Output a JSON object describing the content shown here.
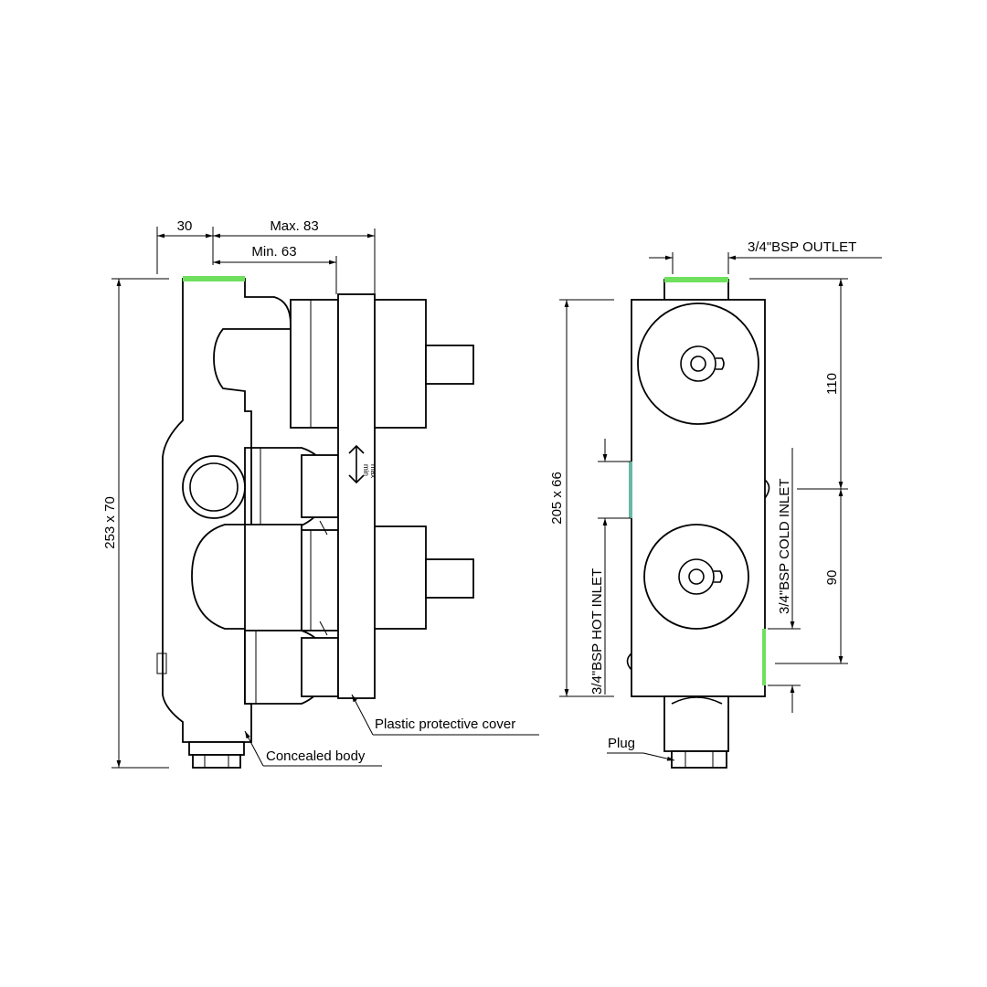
{
  "side_view": {
    "dim_top_left": "30",
    "dim_max": "Max. 83",
    "dim_min": "Min. 63",
    "dim_height": "253 x 70",
    "cover_marks": [
      "min",
      "max"
    ],
    "label_cover": "Plastic protective cover",
    "label_body": "Concealed body"
  },
  "front_view": {
    "label_outlet": "3/4\"BSP OUTLET",
    "dim_height": "205 x 66",
    "label_hot_inlet": "3/4\"BSP HOT INLET",
    "label_cold_inlet": "3/4\"BSP COLD INLET",
    "dim_upper": "110",
    "dim_lower": "90",
    "label_plug": "Plug"
  },
  "colors": {
    "outline": "#000000",
    "port_marker": "#6ee05e",
    "port_marker_side": "#6ab7a6",
    "background": "#ffffff"
  }
}
